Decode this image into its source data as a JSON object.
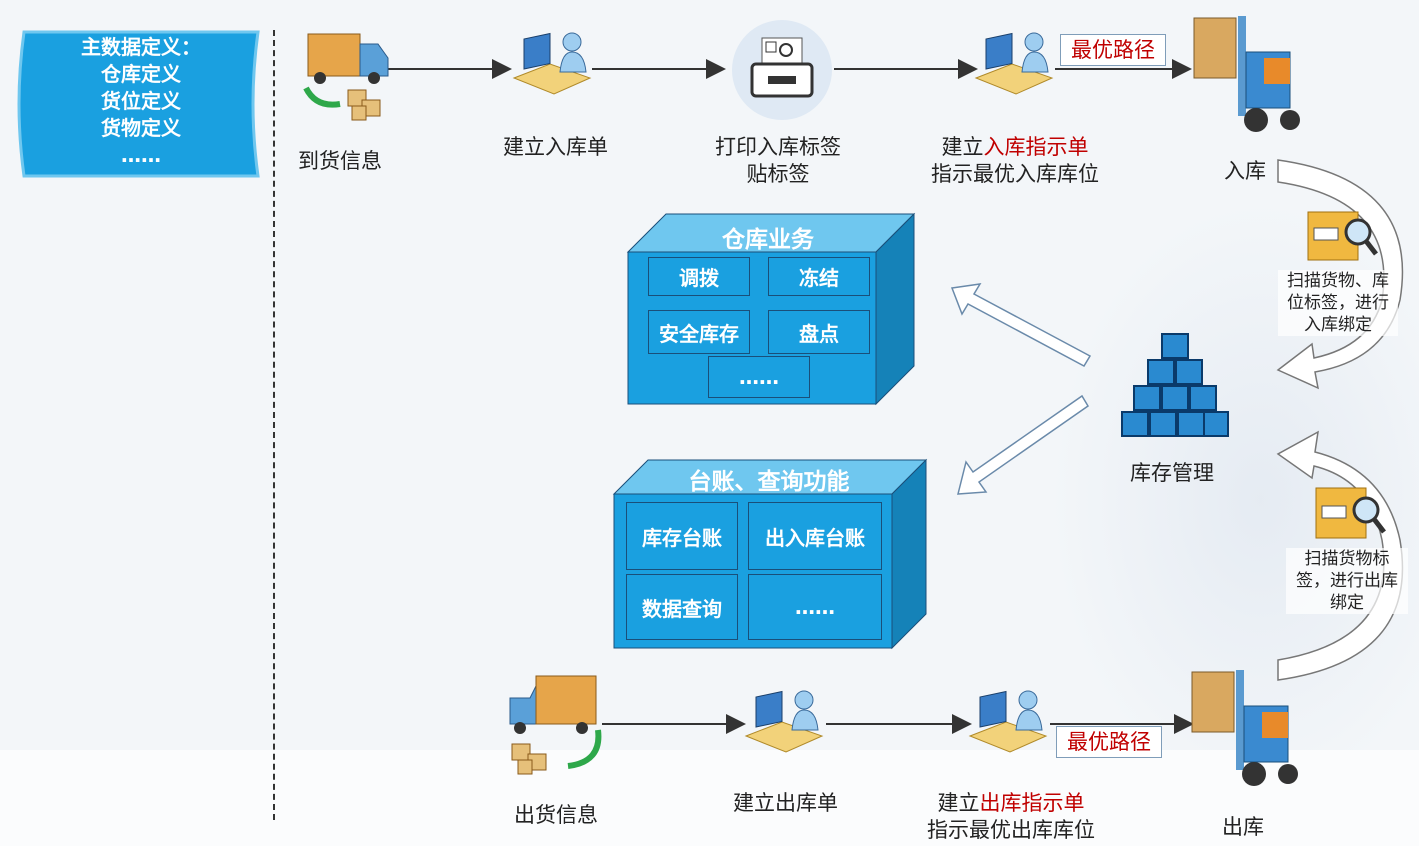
{
  "master": {
    "title": "主数据定义：",
    "items": [
      "仓库定义",
      "货位定义",
      "货物定义",
      "……"
    ]
  },
  "inbound": {
    "arrival": "到货信息",
    "create_order": "建立入库单",
    "print_line1": "打印入库标签",
    "print_line2": "贴标签",
    "instr_prefix": "建立",
    "instr_highlight": "入库指示单",
    "instr_line2": "指示最优入库库位",
    "best_path": "最优路径",
    "stock_in": "入库"
  },
  "warehouse_business": {
    "title": "仓库业务",
    "items": [
      "调拨",
      "冻结",
      "安全库存",
      "盘点",
      "……"
    ]
  },
  "ledger": {
    "title": "台账、查询功能",
    "items": [
      "库存台账",
      "出入库台账",
      "数据查询",
      "……"
    ]
  },
  "inventory": {
    "label": "库存管理"
  },
  "scan_in": {
    "line1": "扫描货物、库",
    "line2": "位标签，进行",
    "line3": "入库绑定"
  },
  "scan_out": {
    "line1": "扫描货物标",
    "line2": "签，进行出库",
    "line3": "绑定"
  },
  "outbound": {
    "shipment": "出货信息",
    "create_order": "建立出库单",
    "instr_prefix": "建立",
    "instr_highlight": "出库指示单",
    "instr_line2": "指示最优出库库位",
    "best_path": "最优路径",
    "stock_out": "出库"
  },
  "colors": {
    "accent": "#1aa0e0",
    "highlight": "#c00000"
  }
}
